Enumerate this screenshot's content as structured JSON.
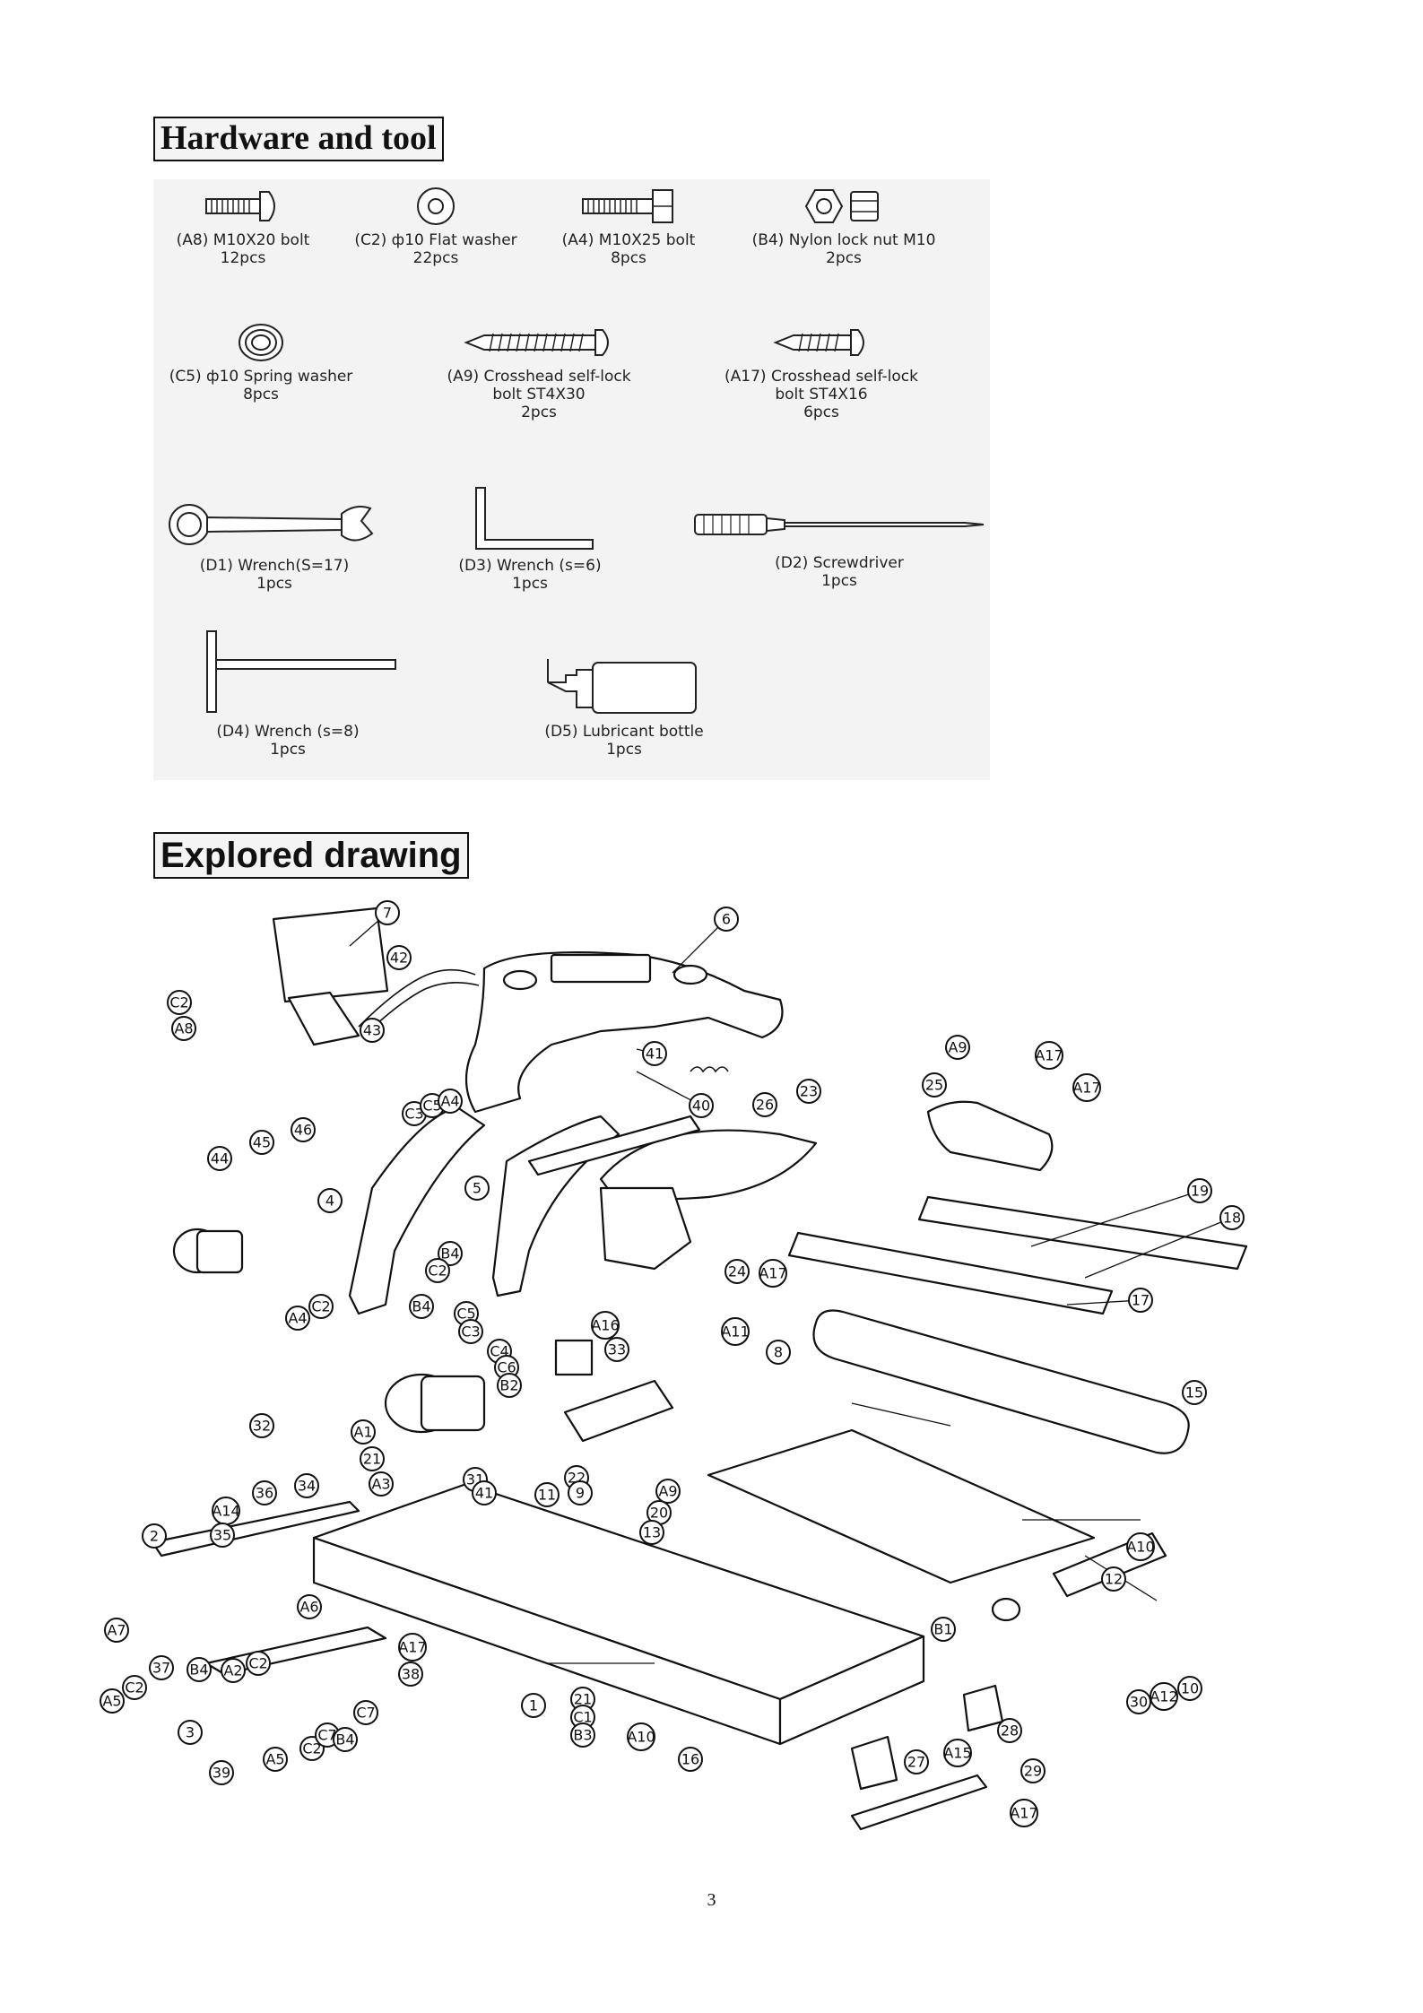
{
  "hardware": {
    "title": "Hardware and tool",
    "items": [
      {
        "icon": "bolt-icon",
        "label": "(A8) M10X20 bolt",
        "qty": "12pcs"
      },
      {
        "icon": "flat-washer-icon",
        "label": "(C2) ф10 Flat washer",
        "qty": "22pcs"
      },
      {
        "icon": "bolt-icon",
        "label": "(A4) M10X25  bolt",
        "qty": "8pcs"
      },
      {
        "icon": "lock-nut-icon",
        "label": "(B4) Nylon lock nut M10",
        "qty": "2pcs"
      },
      {
        "icon": "spring-washer-icon",
        "label": "(C5) ф10  Spring washer",
        "qty": "8pcs"
      },
      {
        "icon": "self-lock-bolt-icon",
        "label": "(A9) Crosshead self-lock",
        "label2": "bolt ST4X30",
        "qty": "2pcs"
      },
      {
        "icon": "self-lock-bolt-icon",
        "label": "(A17) Crosshead self-lock",
        "label2": "bolt ST4X16",
        "qty": "6pcs"
      },
      {
        "icon": "wrench-icon",
        "label": "(D1) Wrench(S=17)",
        "qty": "1pcs"
      },
      {
        "icon": "allen-key-icon",
        "label": "(D3) Wrench (s=6)",
        "qty": "1pcs"
      },
      {
        "icon": "screwdriver-icon",
        "label": "(D2) Screwdriver",
        "qty": "1pcs"
      },
      {
        "icon": "t-wrench-icon",
        "label": "(D4)  Wrench (s=8)",
        "qty": "1pcs"
      },
      {
        "icon": "lubricant-bottle-icon",
        "label": "(D5)  Lubricant bottle",
        "qty": "1pcs"
      }
    ]
  },
  "exploded": {
    "title": "Explored drawing",
    "callouts": [
      {
        "id": "c7",
        "t": "7"
      },
      {
        "id": "c42",
        "t": "42"
      },
      {
        "id": "c6",
        "t": "6"
      },
      {
        "id": "cC2a",
        "t": "C2"
      },
      {
        "id": "cA8",
        "t": "A8"
      },
      {
        "id": "c43",
        "t": "43"
      },
      {
        "id": "c41",
        "t": "41"
      },
      {
        "id": "c40",
        "t": "40"
      },
      {
        "id": "cA9a",
        "t": "A9"
      },
      {
        "id": "c25",
        "t": "25"
      },
      {
        "id": "cA17a",
        "t": "A17"
      },
      {
        "id": "cA17b",
        "t": "A17"
      },
      {
        "id": "c23",
        "t": "23"
      },
      {
        "id": "c26",
        "t": "26"
      },
      {
        "id": "cC3a",
        "t": "C3"
      },
      {
        "id": "cC5a",
        "t": "C5"
      },
      {
        "id": "cA4a",
        "t": "A4"
      },
      {
        "id": "c46",
        "t": "46"
      },
      {
        "id": "c45",
        "t": "45"
      },
      {
        "id": "c44",
        "t": "44"
      },
      {
        "id": "c4",
        "t": "4"
      },
      {
        "id": "c5",
        "t": "5"
      },
      {
        "id": "c19",
        "t": "19"
      },
      {
        "id": "c18",
        "t": "18"
      },
      {
        "id": "cB4a",
        "t": "B4"
      },
      {
        "id": "cC2b",
        "t": "C2"
      },
      {
        "id": "c24",
        "t": "24"
      },
      {
        "id": "cA17c",
        "t": "A17"
      },
      {
        "id": "cC2c",
        "t": "C2"
      },
      {
        "id": "cA4b",
        "t": "A4"
      },
      {
        "id": "cB4b",
        "t": "B4"
      },
      {
        "id": "cC5b",
        "t": "C5"
      },
      {
        "id": "cC3b",
        "t": "C3"
      },
      {
        "id": "cA16",
        "t": "A16"
      },
      {
        "id": "c33",
        "t": "33"
      },
      {
        "id": "cC4",
        "t": "C4"
      },
      {
        "id": "cC6",
        "t": "C6"
      },
      {
        "id": "cB2",
        "t": "B2"
      },
      {
        "id": "cA11",
        "t": "A11"
      },
      {
        "id": "c8",
        "t": "8"
      },
      {
        "id": "c17",
        "t": "17"
      },
      {
        "id": "c15",
        "t": "15"
      },
      {
        "id": "c32",
        "t": "32"
      },
      {
        "id": "cA1",
        "t": "A1"
      },
      {
        "id": "c21a",
        "t": "21"
      },
      {
        "id": "c31",
        "t": "31"
      },
      {
        "id": "c22",
        "t": "22"
      },
      {
        "id": "c9",
        "t": "9"
      },
      {
        "id": "c11",
        "t": "11"
      },
      {
        "id": "cA3",
        "t": "A3"
      },
      {
        "id": "c34",
        "t": "34"
      },
      {
        "id": "c36",
        "t": "36"
      },
      {
        "id": "cA14",
        "t": "A14"
      },
      {
        "id": "c35",
        "t": "35"
      },
      {
        "id": "c41b",
        "t": "41"
      },
      {
        "id": "c20",
        "t": "20"
      },
      {
        "id": "cA9b",
        "t": "A9"
      },
      {
        "id": "c13",
        "t": "13"
      },
      {
        "id": "c2",
        "t": "2"
      },
      {
        "id": "cA10a",
        "t": "A10"
      },
      {
        "id": "c12",
        "t": "12"
      },
      {
        "id": "cA7",
        "t": "A7"
      },
      {
        "id": "cA6",
        "t": "A6"
      },
      {
        "id": "cA17d",
        "t": "A17"
      },
      {
        "id": "c38",
        "t": "38"
      },
      {
        "id": "cB1",
        "t": "B1"
      },
      {
        "id": "c37",
        "t": "37"
      },
      {
        "id": "cB4c",
        "t": "B4"
      },
      {
        "id": "cA2",
        "t": "A2"
      },
      {
        "id": "cC2d",
        "t": "C2"
      },
      {
        "id": "cA5a",
        "t": "A5"
      },
      {
        "id": "cC2e",
        "t": "C2"
      },
      {
        "id": "c3",
        "t": "3"
      },
      {
        "id": "cC7a",
        "t": "C7"
      },
      {
        "id": "c1",
        "t": "1"
      },
      {
        "id": "c21b",
        "t": "21"
      },
      {
        "id": "cC1",
        "t": "C1"
      },
      {
        "id": "cB3",
        "t": "B3"
      },
      {
        "id": "cA10b",
        "t": "A10"
      },
      {
        "id": "c16",
        "t": "16"
      },
      {
        "id": "c30",
        "t": "30"
      },
      {
        "id": "cA12",
        "t": "A12"
      },
      {
        "id": "c10",
        "t": "10"
      },
      {
        "id": "c28",
        "t": "28"
      },
      {
        "id": "c27",
        "t": "27"
      },
      {
        "id": "cA15",
        "t": "A15"
      },
      {
        "id": "c29",
        "t": "29"
      },
      {
        "id": "cA17e",
        "t": "A17"
      },
      {
        "id": "cC2f",
        "t": "C2"
      },
      {
        "id": "cC7b",
        "t": "C7"
      },
      {
        "id": "cB4d",
        "t": "B4"
      },
      {
        "id": "cA5b",
        "t": "A5"
      },
      {
        "id": "c39",
        "t": "39"
      }
    ]
  },
  "page_number": "3"
}
